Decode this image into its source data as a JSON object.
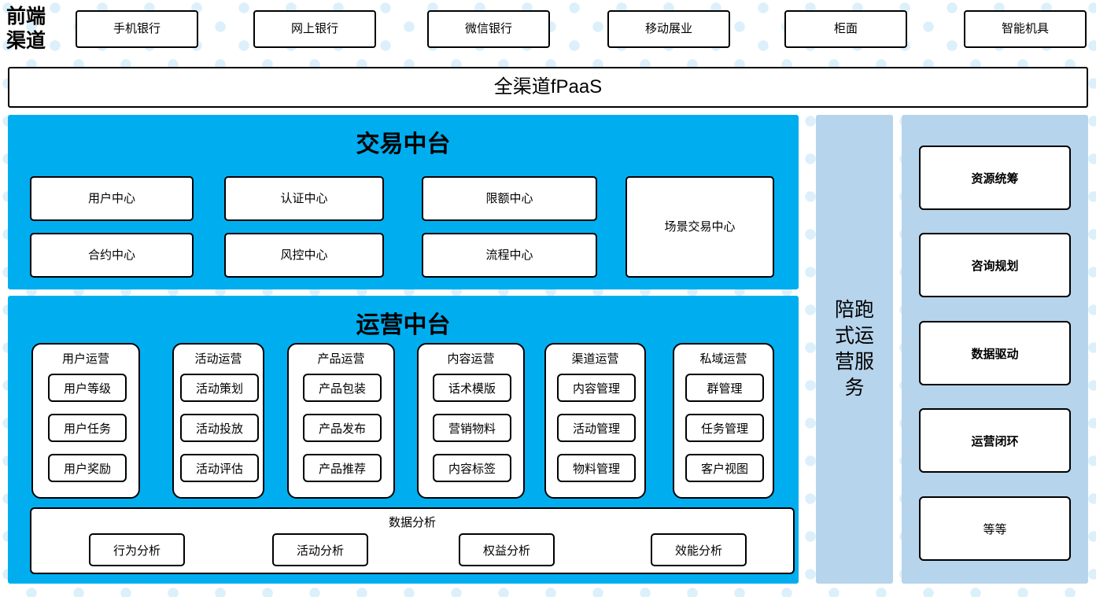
{
  "colors": {
    "platform_cyan": "#00AEF0",
    "rail_blue": "#B6D4EC",
    "dot_blue": "#DCF0FB",
    "box_border": "#000000",
    "box_fill": "#FFFFFF"
  },
  "frontend": {
    "caption": "前端\n渠道",
    "channels": [
      {
        "label": "手机银行"
      },
      {
        "label": "网上银行"
      },
      {
        "label": "微信银行"
      },
      {
        "label": "移动展业"
      },
      {
        "label": "柜面"
      },
      {
        "label": "智能机具"
      }
    ],
    "fpaas_label": "全渠道fPaaS"
  },
  "trade_center": {
    "title": "交易中台",
    "boxes": [
      {
        "label": "用户中心"
      },
      {
        "label": "认证中心"
      },
      {
        "label": "限额中心"
      },
      {
        "label": "合约中心"
      },
      {
        "label": "风控中心"
      },
      {
        "label": "流程中心"
      },
      {
        "label": "场景交易中心"
      }
    ]
  },
  "ops_center": {
    "title": "运营中台",
    "columns": [
      {
        "title": "用户运营",
        "items": [
          "用户等级",
          "用户任务",
          "用户奖励"
        ]
      },
      {
        "title": "活动运营",
        "items": [
          "活动策划",
          "活动投放",
          "活动评估"
        ]
      },
      {
        "title": "产品运营",
        "items": [
          "产品包装",
          "产品发布",
          "产品推荐"
        ]
      },
      {
        "title": "内容运营",
        "items": [
          "话术模版",
          "营销物料",
          "内容标签"
        ]
      },
      {
        "title": "渠道运营",
        "items": [
          "内容管理",
          "活动管理",
          "物料管理"
        ]
      },
      {
        "title": "私域运营",
        "items": [
          "群管理",
          "任务管理",
          "客户视图"
        ]
      }
    ],
    "data_analysis": {
      "title": "数据分析",
      "items": [
        "行为分析",
        "活动分析",
        "权益分析",
        "效能分析"
      ]
    }
  },
  "accompany_service": {
    "label": "陪跑\n式运\n营服\n务"
  },
  "service_rail": {
    "cards": [
      {
        "label": "资源统筹",
        "bold": true
      },
      {
        "label": "咨询规划",
        "bold": true
      },
      {
        "label": "数据驱动",
        "bold": true
      },
      {
        "label": "运营闭环",
        "bold": true
      },
      {
        "label": "等等",
        "bold": false
      }
    ]
  }
}
